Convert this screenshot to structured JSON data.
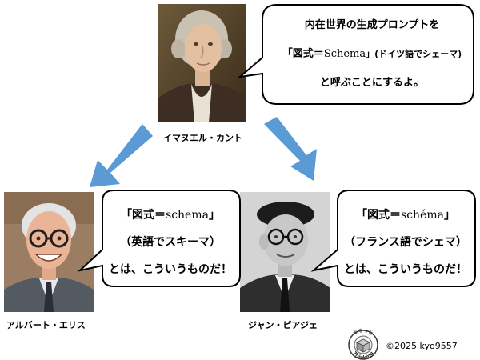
{
  "kant": {
    "caption": "イマヌエル・カント",
    "bubble": {
      "line1": "内在世界の生成プロンプトを",
      "line2_pre": "「図式＝",
      "line2_term": "Schema",
      "line2_post": "」(ドイツ語でシェーマ)",
      "line3": "と呼ぶことにするよ。"
    }
  },
  "ellis": {
    "caption": "アルバート・エリス",
    "bubble": {
      "line1_pre": "「図式＝",
      "line1_term": "schema",
      "line1_post": "」",
      "line2": "（英語でスキーマ）",
      "line3": "とは、こういうものだ！"
    }
  },
  "piaget": {
    "caption": "ジャン・ピアジェ",
    "bubble": {
      "line1_pre": "「図式＝",
      "line1_term": "schéma",
      "line1_post": "」",
      "line2": "（フランス語でシェマ）",
      "line3": "とは、こういうものだ！"
    }
  },
  "footer": {
    "logo_top_text": "ゆるっと",
    "logo_bottom_text": "Thinking",
    "copyright": "©2025 kyo9557"
  },
  "colors": {
    "arrow": "#5b9bd5",
    "bubble_border": "#000000",
    "bubble_fill": "#ffffff"
  }
}
